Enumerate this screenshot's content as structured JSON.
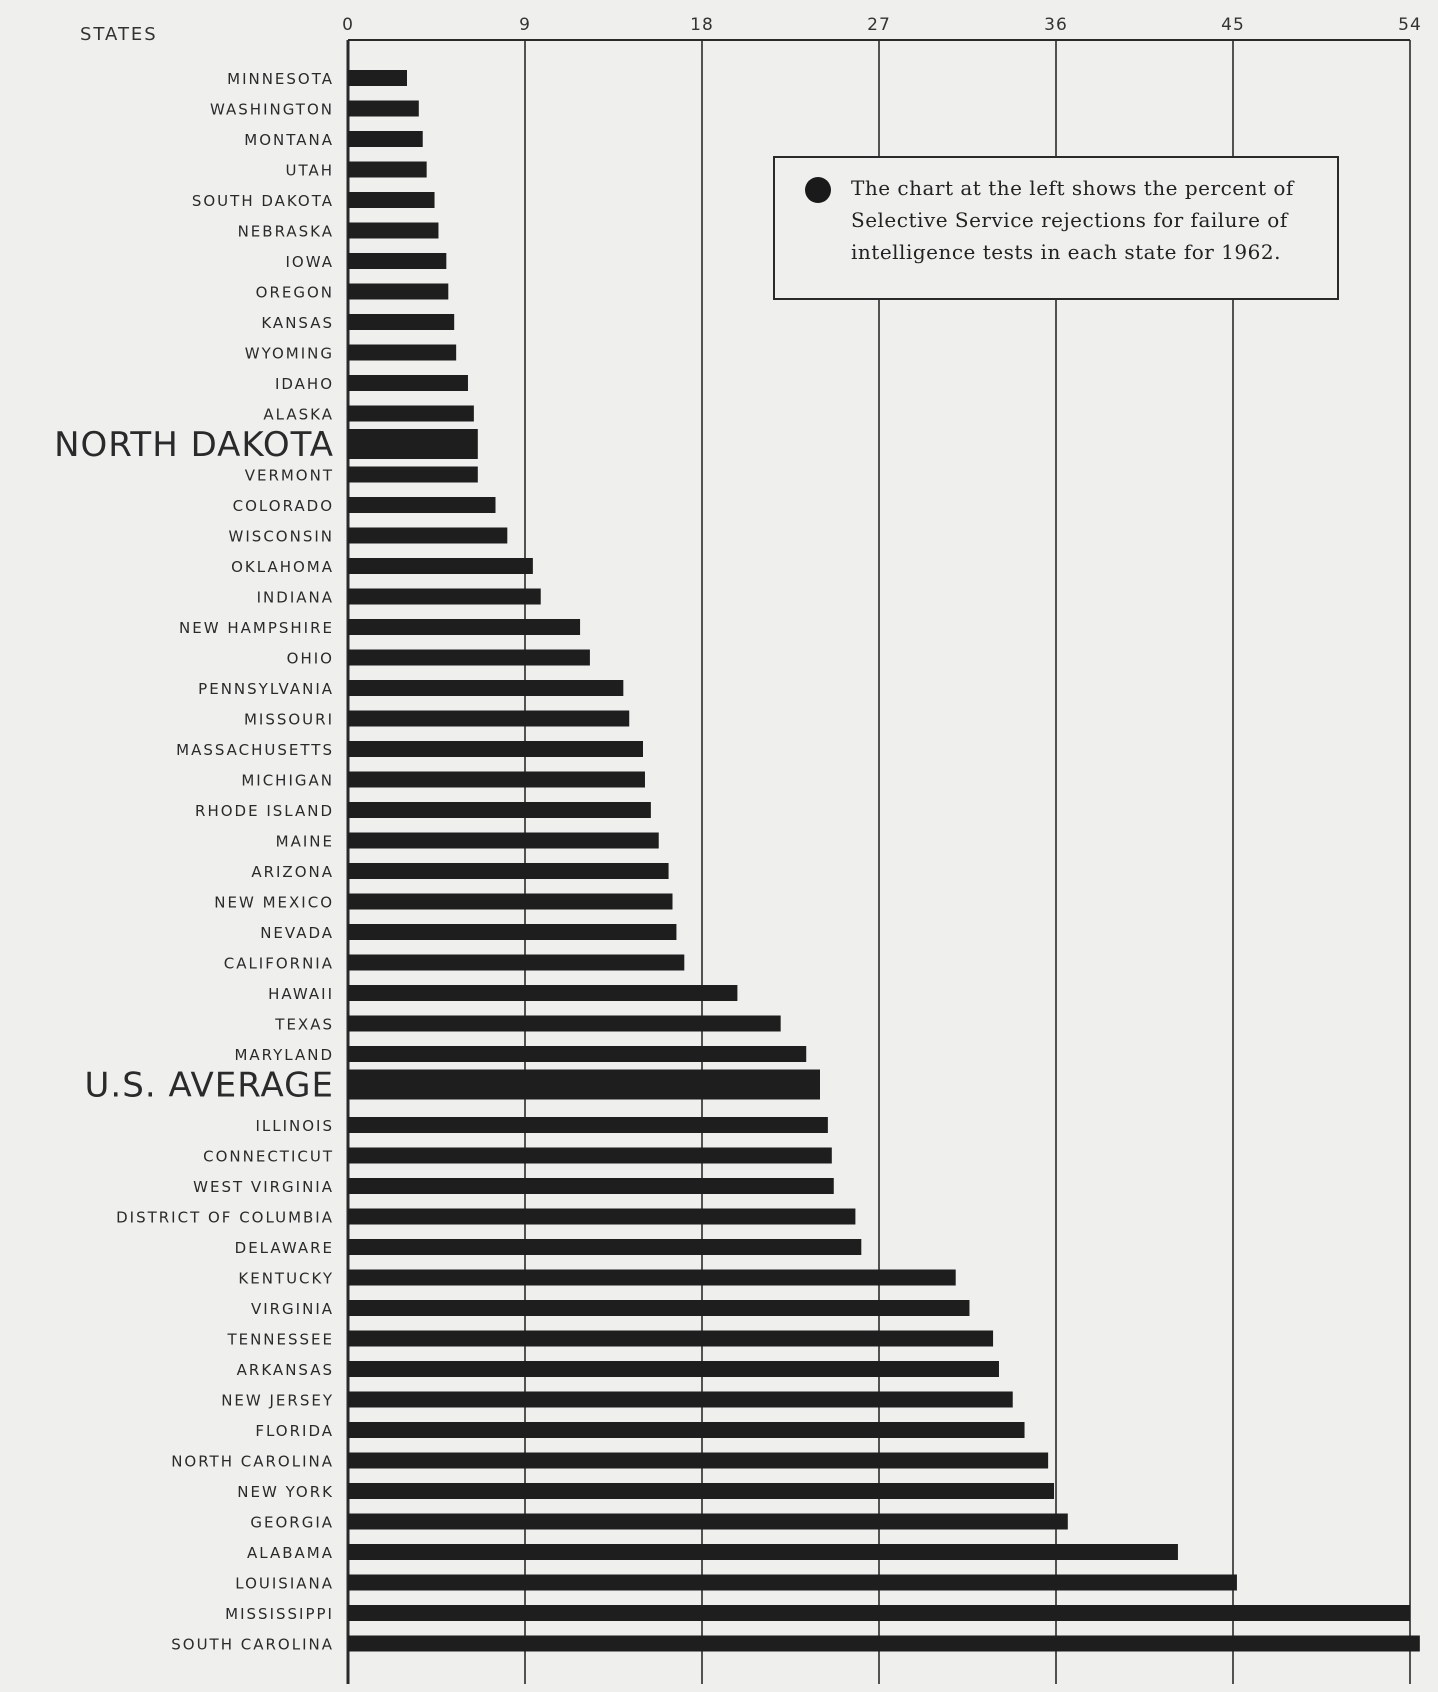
{
  "chart_data": {
    "type": "bar",
    "orientation": "horizontal",
    "category_axis_label": "STATES",
    "xlim": [
      0,
      54
    ],
    "x_ticks": [
      0,
      9,
      18,
      27,
      36,
      45,
      54
    ],
    "grid": true,
    "categories": [
      "MINNESOTA",
      "WASHINGTON",
      "MONTANA",
      "UTAH",
      "SOUTH DAKOTA",
      "NEBRASKA",
      "IOWA",
      "OREGON",
      "KANSAS",
      "WYOMING",
      "IDAHO",
      "ALASKA",
      "NORTH DAKOTA",
      "VERMONT",
      "COLORADO",
      "WISCONSIN",
      "OKLAHOMA",
      "INDIANA",
      "NEW HAMPSHIRE",
      "OHIO",
      "PENNSYLVANIA",
      "MISSOURI",
      "MASSACHUSETTS",
      "MICHIGAN",
      "RHODE ISLAND",
      "MAINE",
      "ARIZONA",
      "NEW MEXICO",
      "NEVADA",
      "CALIFORNIA",
      "HAWAII",
      "TEXAS",
      "MARYLAND",
      "U.S. AVERAGE",
      "ILLINOIS",
      "CONNECTICUT",
      "WEST VIRGINIA",
      "DISTRICT OF COLUMBIA",
      "DELAWARE",
      "KENTUCKY",
      "VIRGINIA",
      "TENNESSEE",
      "ARKANSAS",
      "NEW JERSEY",
      "FLORIDA",
      "NORTH CAROLINA",
      "NEW YORK",
      "GEORGIA",
      "ALABAMA",
      "LOUISIANA",
      "MISSISSIPPI",
      "SOUTH CAROLINA"
    ],
    "values": [
      3.0,
      3.6,
      3.8,
      4.0,
      4.4,
      4.6,
      5.0,
      5.1,
      5.4,
      5.5,
      6.1,
      6.4,
      6.6,
      6.6,
      7.5,
      8.1,
      9.4,
      9.8,
      11.8,
      12.3,
      14.0,
      14.3,
      15.0,
      15.1,
      15.4,
      15.8,
      16.3,
      16.5,
      16.7,
      17.1,
      19.8,
      22.0,
      23.3,
      24.0,
      24.4,
      24.6,
      24.7,
      25.8,
      26.1,
      30.9,
      31.6,
      32.8,
      33.1,
      33.8,
      34.4,
      35.6,
      35.9,
      36.6,
      42.2,
      45.2,
      54.0,
      54.5
    ],
    "highlighted": [
      "NORTH DAKOTA",
      "U.S. AVERAGE"
    ],
    "bar_color": "#1e1e1e"
  },
  "legend": {
    "text": "The chart at the left shows the percent of Selective Service rejections for failure of intelligence tests in each state for 1962."
  }
}
